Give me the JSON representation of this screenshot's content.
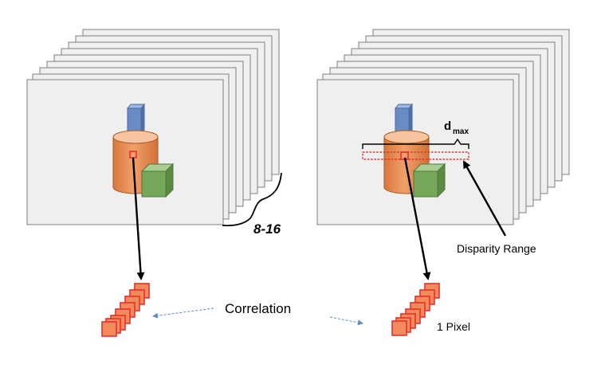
{
  "labels": {
    "frame_count": "8-16",
    "correlation": "Correlation",
    "disparity_range": "Disparity Range",
    "one_pixel": "1 Pixel",
    "d_symbol": "d",
    "d_subscript": "max"
  },
  "colors": {
    "frame_fill": "#efefef",
    "frame_stroke": "#7f7f7f",
    "cube_blue": "#6a8cc4",
    "cylinder_orange": "#e18e55",
    "cube_green": "#77a75a",
    "patch_red": "#e8302b",
    "patch_fill": "#f28a5c",
    "arrow_dashed_blue": "#5a8ccc"
  }
}
